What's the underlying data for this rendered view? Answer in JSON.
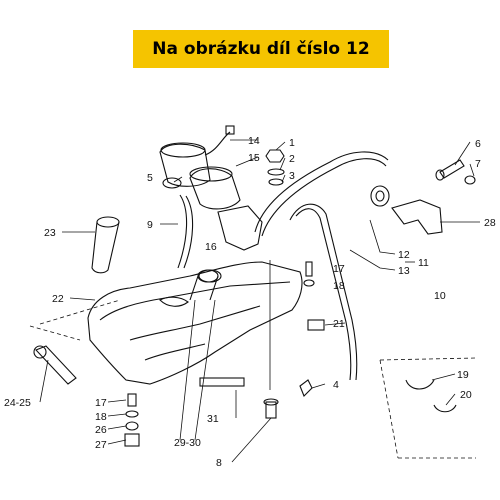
{
  "header": {
    "title": "Na obrázku díl číslo 12"
  },
  "diagram": {
    "labels": {
      "l1": "1",
      "l2": "2",
      "l3": "3",
      "l4": "4",
      "l5": "5",
      "l6": "6",
      "l7": "7",
      "l8": "8",
      "l9": "9",
      "l10": "10",
      "l11": "11",
      "l12": "12",
      "l13": "13",
      "l14": "14",
      "l15": "15",
      "l16": "16",
      "l17a": "17",
      "l17b": "17",
      "l18a": "18",
      "l18b": "18",
      "l19": "19",
      "l20": "20",
      "l21": "21",
      "l22": "22",
      "l23": "23",
      "l24_25": "24-25",
      "l26": "26",
      "l27": "27",
      "l28": "28",
      "l29_30": "29-30",
      "l31": "31"
    }
  }
}
